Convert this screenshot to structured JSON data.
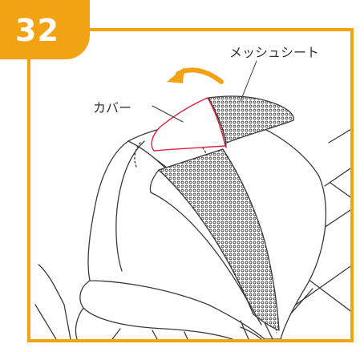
{
  "step": {
    "number": "32"
  },
  "labels": {
    "mesh_seat": "メッシュシート",
    "cover": "カバー"
  },
  "colors": {
    "accent": "#f2a313",
    "cover_outline": "#d8243c",
    "line": "#3a3a3a",
    "arrow": "#f2a313"
  },
  "icons": {
    "direction": "curved-arrow-left-icon"
  }
}
